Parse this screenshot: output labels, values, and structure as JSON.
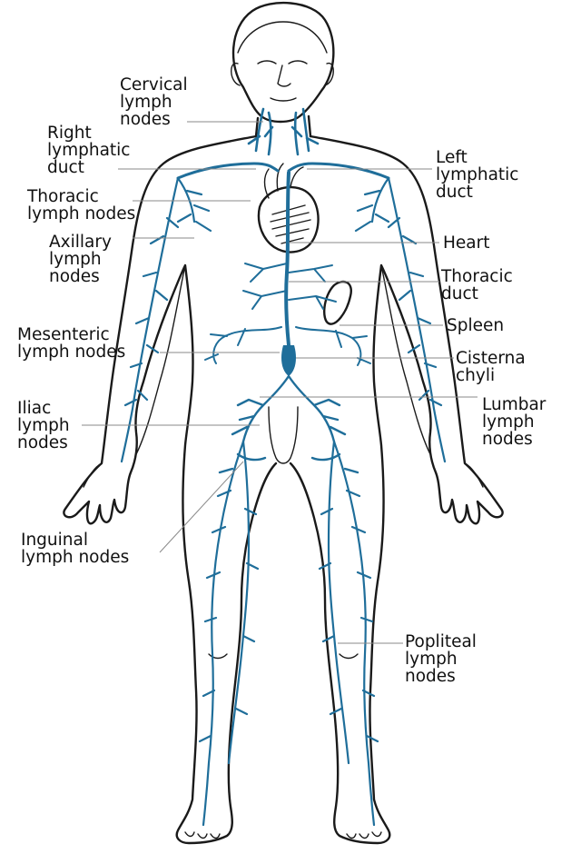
{
  "colors": {
    "vessel": "#1f6e9a",
    "outline": "#1a1a1a",
    "leader": "#8a8a8a"
  },
  "labels": {
    "cervical": "Cervical\nlymph\nnodes",
    "right_lymphatic_duct": "Right\nlymphatic\nduct",
    "thoracic_lymph_nodes": "Thoracic\nlymph nodes",
    "axillary": "Axillary\nlymph\nnodes",
    "mesenteric": "Mesenteric\nlymph nodes",
    "iliac": "Iliac\nlymph\nnodes",
    "inguinal": "Inguinal\nlymph nodes",
    "left_lymphatic_duct": "Left\nlymphatic\nduct",
    "heart": "Heart",
    "thoracic_duct": "Thoracic\nduct",
    "spleen": "Spleen",
    "cisterna_chyli": "Cisterna\nchyli",
    "lumbar": "Lumbar\nlymph\nnodes",
    "popliteal": "Popliteal\nlymph\nnodes"
  }
}
